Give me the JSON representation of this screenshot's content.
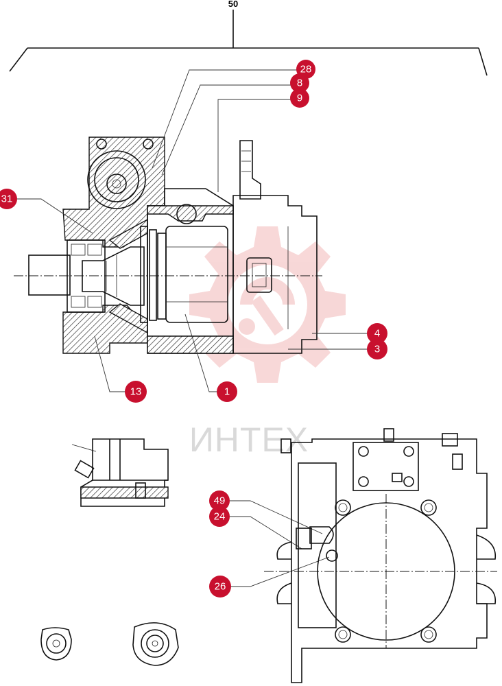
{
  "assembly_label": "50",
  "watermark": {
    "text": "ИНТЕХ"
  },
  "colors": {
    "callout_fill": "#c8102e",
    "callout_text": "#ffffff",
    "watermark_gear": "#f2b8b8",
    "line": "#111111"
  },
  "callouts": {
    "c28": "28",
    "c8": "8",
    "c9": "9",
    "c31": "31",
    "c4": "4",
    "c3": "3",
    "c13": "13",
    "c1": "1",
    "c49": "49",
    "c24": "24",
    "c26": "26"
  }
}
